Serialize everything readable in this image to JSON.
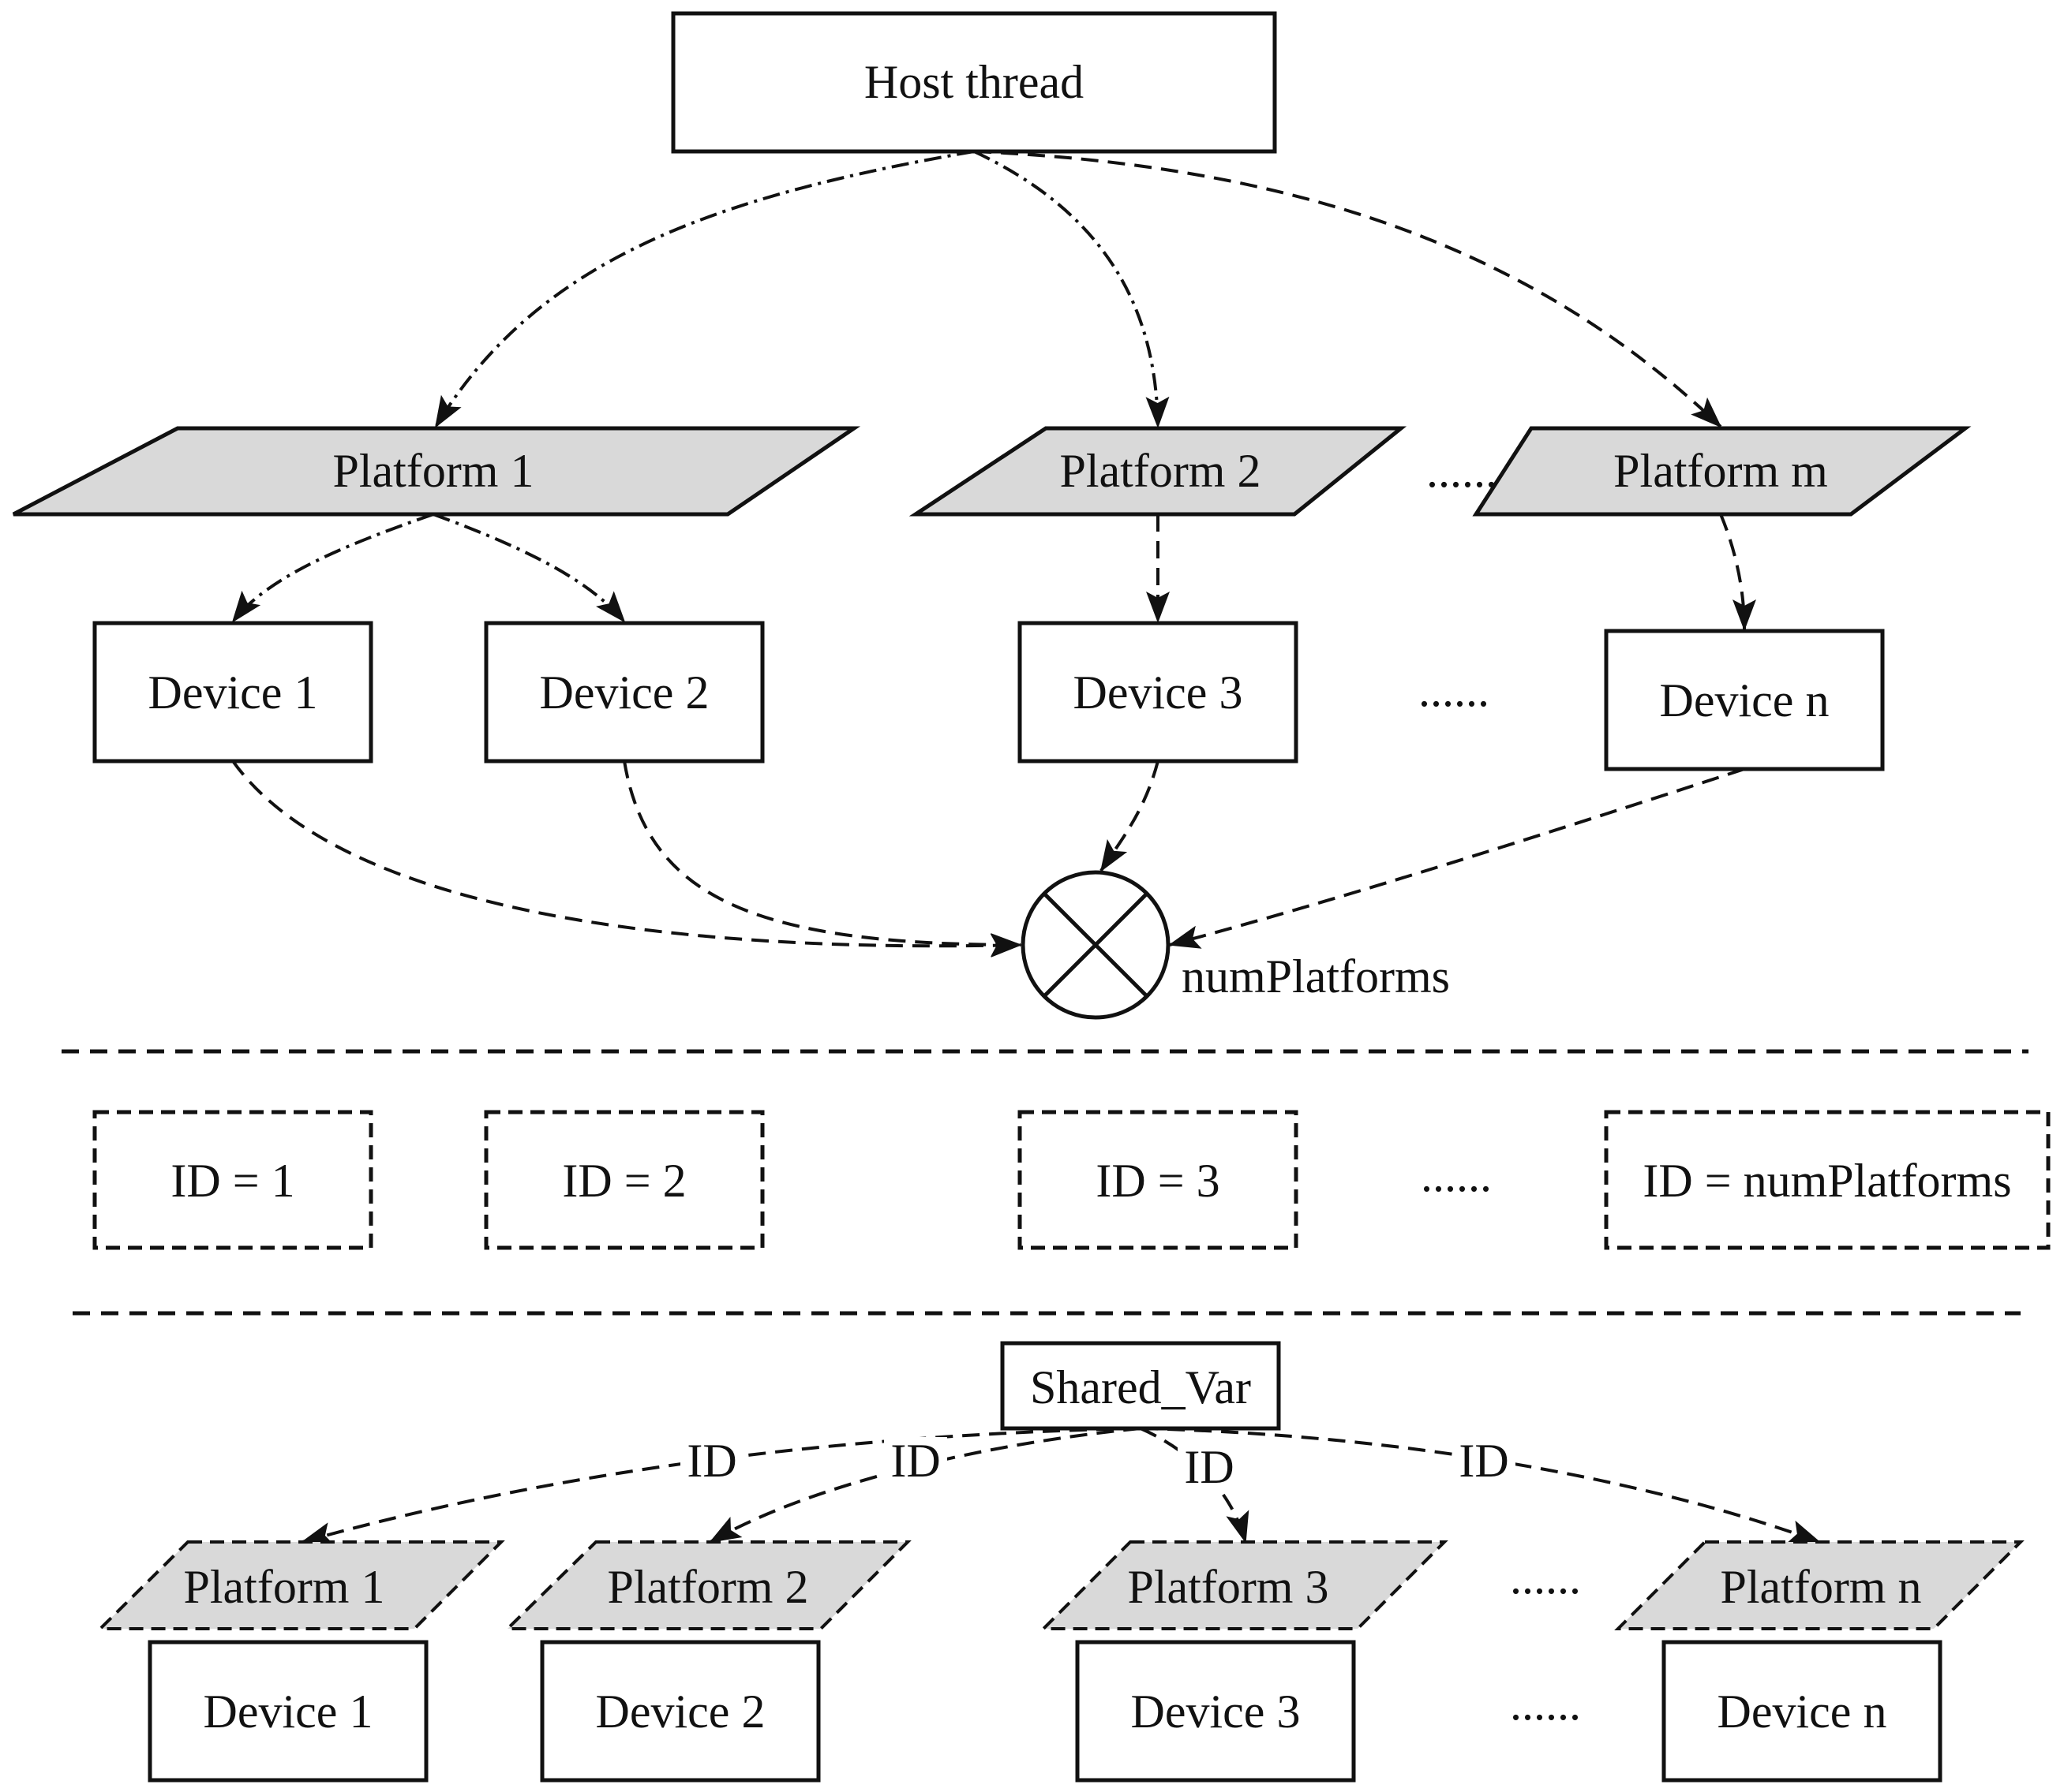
{
  "top": {
    "host": "Host thread",
    "platforms": [
      "Platform 1",
      "Platform 2",
      "Platform m"
    ],
    "devices": [
      "Device 1",
      "Device 2",
      "Device 3",
      "Device n"
    ],
    "merge_label": "numPlatforms"
  },
  "middle": {
    "ids": [
      "ID = 1",
      "ID = 2",
      "ID = 3",
      "ID = numPlatforms"
    ]
  },
  "bottom": {
    "shared": "Shared_Var",
    "edge_label": "ID",
    "platforms": [
      "Platform 1",
      "Platform 2",
      "Platform 3",
      "Platform n"
    ],
    "devices": [
      "Device 1",
      "Device 2",
      "Device 3",
      "Device n"
    ]
  },
  "ellipsis": "......",
  "colors": {
    "stroke": "#111111",
    "fill": "#d9d9d9",
    "background": "#ffffff"
  }
}
